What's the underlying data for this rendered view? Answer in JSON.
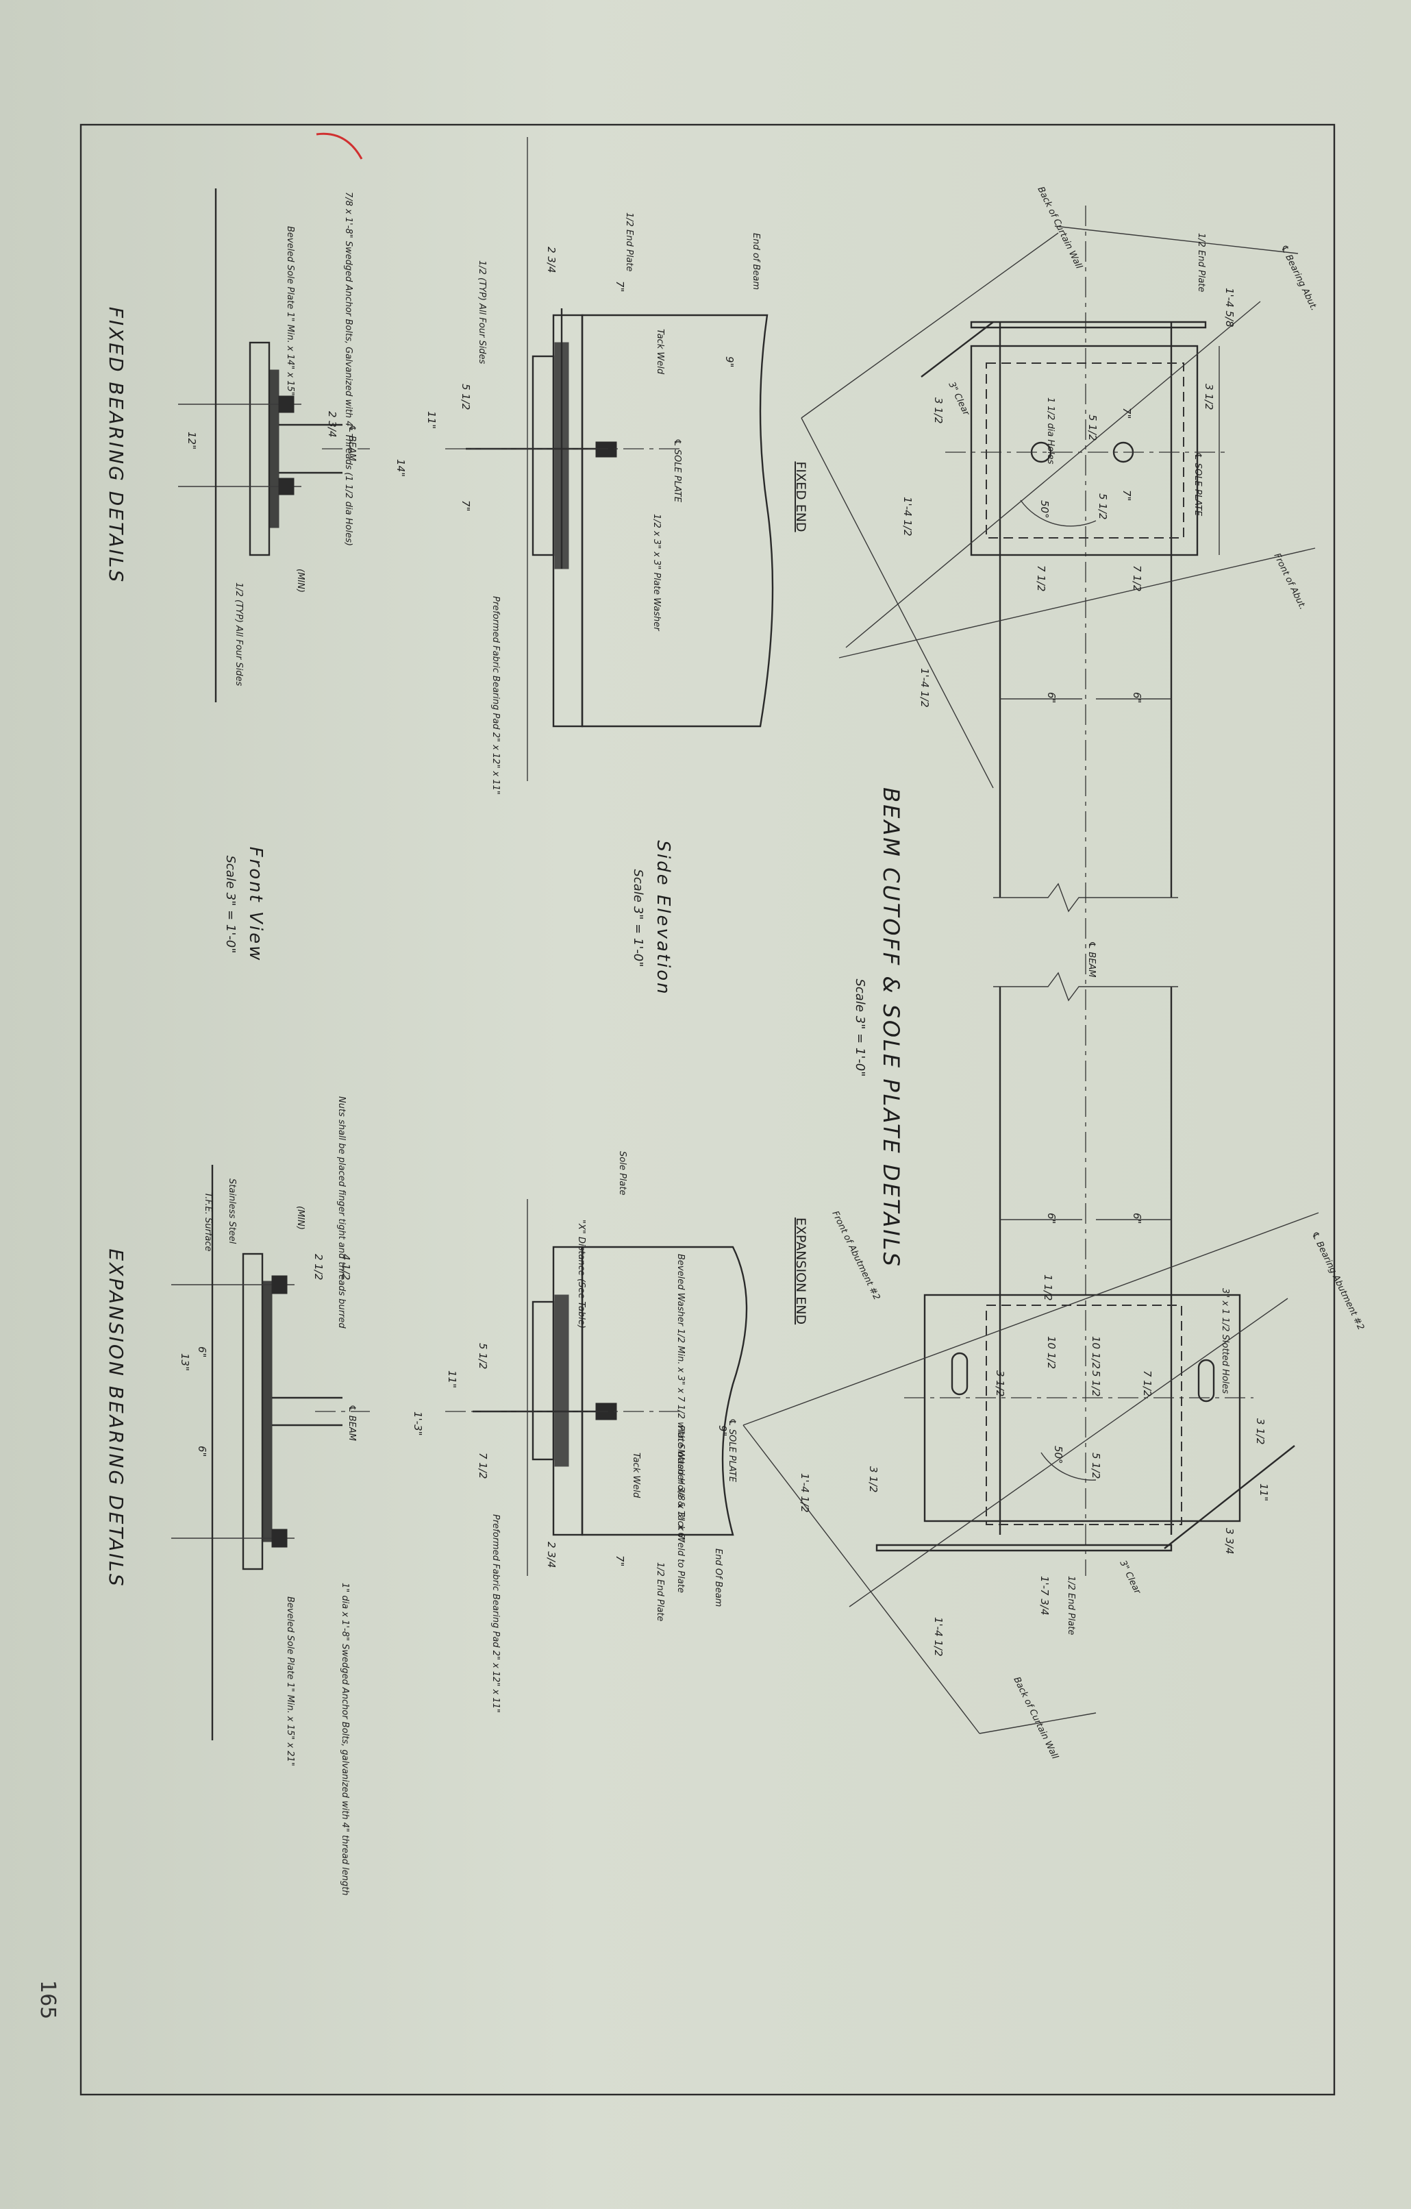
{
  "main_title": "BEAM CUTOFF & SOLE PLATE DETAILS",
  "main_scale": "Scale 3\" = 1'-0\"",
  "fixed_end": "FIXED END",
  "expansion_end": "EXPANSION END",
  "beam_cl": "℄ BEAM",
  "side_elevation": "Side Elevation",
  "side_scale": "Scale 3\" = 1'-0\"",
  "front_view": "Front View",
  "front_scale": "Scale 3\" = 1'-0\"",
  "fixed_bearing_title": "FIXED BEARING DETAILS",
  "expansion_bearing_title": "EXPANSION BEARING DETAILS",
  "page_number": "165",
  "labels": {
    "back_curtain_wall": "Back of Curtain Wall",
    "end_plate_half": "1/2 End Plate",
    "bearing_abut": "℄ Bearing Abut.",
    "front_of_abut": "Front of Abut.",
    "sole_plate_cl": "℄ SOLE PLATE",
    "holes_dia": "1 1/2 dia Holes",
    "slotted_holes": "3\" x 1 1/2 Slotted Holes",
    "clear": "3\" Clear",
    "end_of_beam": "End of Beam",
    "tack_weld": "Tack Weld",
    "plate_washer_fixed": "1/2 x 3\" x 3\" Plate Washer",
    "fabric_pad_fixed": "Preformed Fabric Bearing Pad 2\" x 12\" x 11\"",
    "typ_all_four": "1/2 (TYP) All Four Sides",
    "beveled_sole_plate_fixed": "Beveled Sole Plate 1\" Min. x 14\" x 15\"",
    "anchor_bolts_fixed": "7/8 x 1'-8\" Swedged Anchor Bolts, Galvanized with 4\" Threads (1 1/2 dia Holes)",
    "min_label": "(MIN)",
    "sole_plate": "Sole Plate",
    "x_distance": "\"X\" Distance (See Table)",
    "beveled_washer": "Beveled Washer 1/2 Min. x 3\" x 7 1/2 with Slotted Hole & Tack Weld to Plate",
    "plate_washer_exp": "Plate Washer 3/8 x 3\" x 6\"",
    "fabric_pad_exp": "Preformed Fabric Bearing Pad 2\" x 12\" x 11\"",
    "nuts_note": "Nuts shall be placed finger tight and threads burred",
    "tfe_surface": "T.F.E. Surface",
    "stainless_steel": "Stainless Steel",
    "beveled_sole_plate_exp": "Beveled Sole Plate 1\" Min. x 15\" x 21\"",
    "anchor_bolts_exp": "1\" dia x 1'-8\" Swedged Anchor Bolts, galvanized with 4\" thread length",
    "end_of_beam_exp": "End Of Beam",
    "bearing_abutment": "℄ Bearing Abutment #2",
    "front_abutment": "Front of Abutment #2"
  },
  "dims": {
    "d_1_4_5_8": "1'-4 5/8",
    "d_3_1_2": "3 1/2",
    "d_7": "7\"",
    "d_5_1_2": "5 1/2",
    "d_7_1_2": "7 1/2",
    "d_50": "50°",
    "d_6": "6\"",
    "d_1_4_1_2": "1'-4 1/2",
    "d_9": "9\"",
    "d_11": "11\"",
    "d_14": "14\"",
    "d_2_3_4": "2 3/4",
    "d_12": "12\"",
    "d_13": "13\"",
    "d_4_1_2": "4 1/2",
    "d_2_1_2": "2 1/2",
    "d_10_1_2": "10 1/2",
    "d_1_7_3_4": "1'-7 3/4",
    "d_1_3": "1'-3\"",
    "d_3_3_4": "3 3/4",
    "d_1_1_2": "1 1/2"
  }
}
